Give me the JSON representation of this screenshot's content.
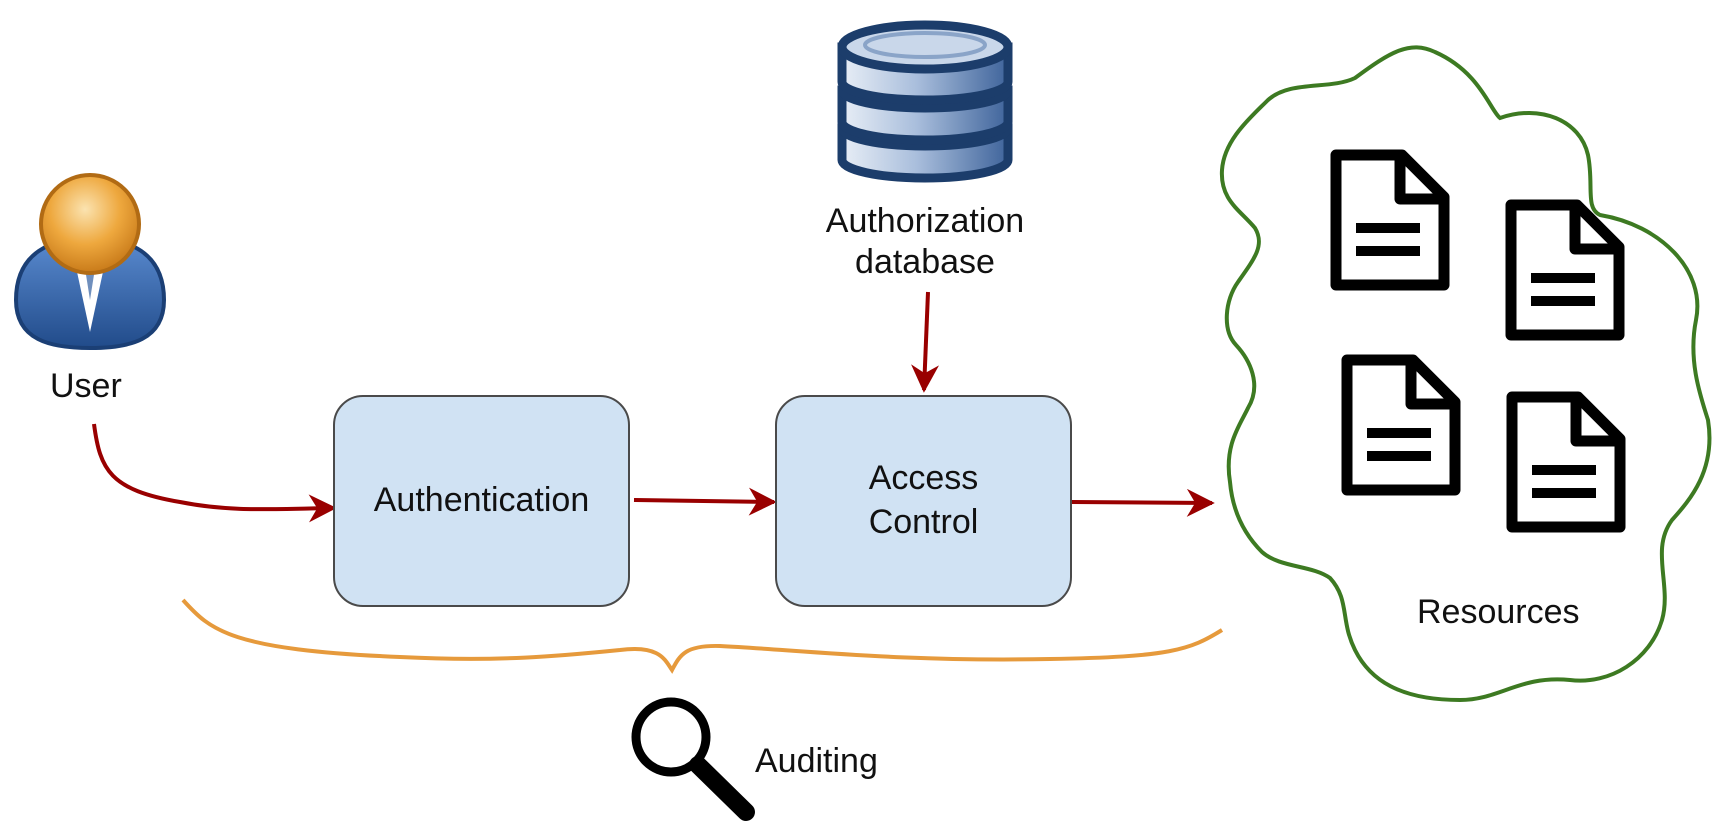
{
  "user": {
    "label": "User"
  },
  "authentication": {
    "label": "Authentication"
  },
  "access_control": {
    "line1": "Access",
    "line2": "Control"
  },
  "authorization_db": {
    "line1": "Authorization",
    "line2": "database"
  },
  "resources": {
    "label": "Resources"
  },
  "auditing": {
    "label": "Auditing"
  },
  "colors": {
    "flow_arrow": "#990000",
    "box_fill": "#d0e2f3",
    "box_border": "#4a4a4a",
    "resources_outline": "#3d7a22",
    "auditing_brace": "#e69a3c",
    "database": "#1c3d6b",
    "user_head": "#e8a33c",
    "user_body": "#2e5d9f"
  }
}
